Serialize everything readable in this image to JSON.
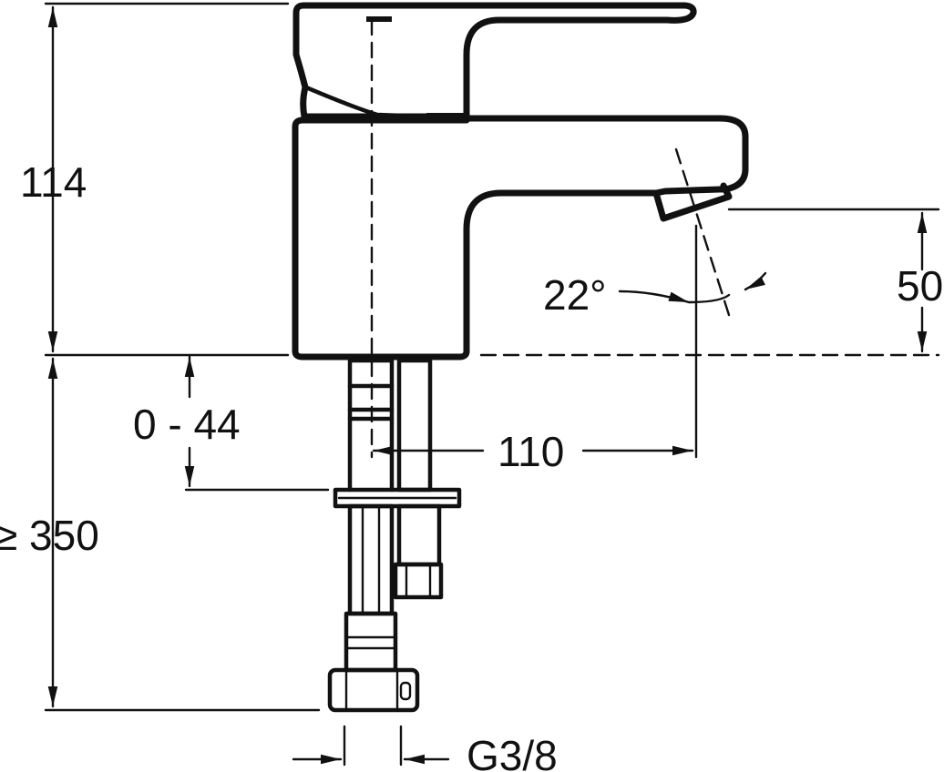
{
  "dimensions": {
    "total_height": "114",
    "outlet_height": "50",
    "spout_angle": "22°",
    "deck_thickness": "0 - 44",
    "spout_reach": "110",
    "hose_length": "≥ 350",
    "connection_thread": "G3/8"
  },
  "colors": {
    "line": "#111111",
    "background": "#ffffff"
  }
}
